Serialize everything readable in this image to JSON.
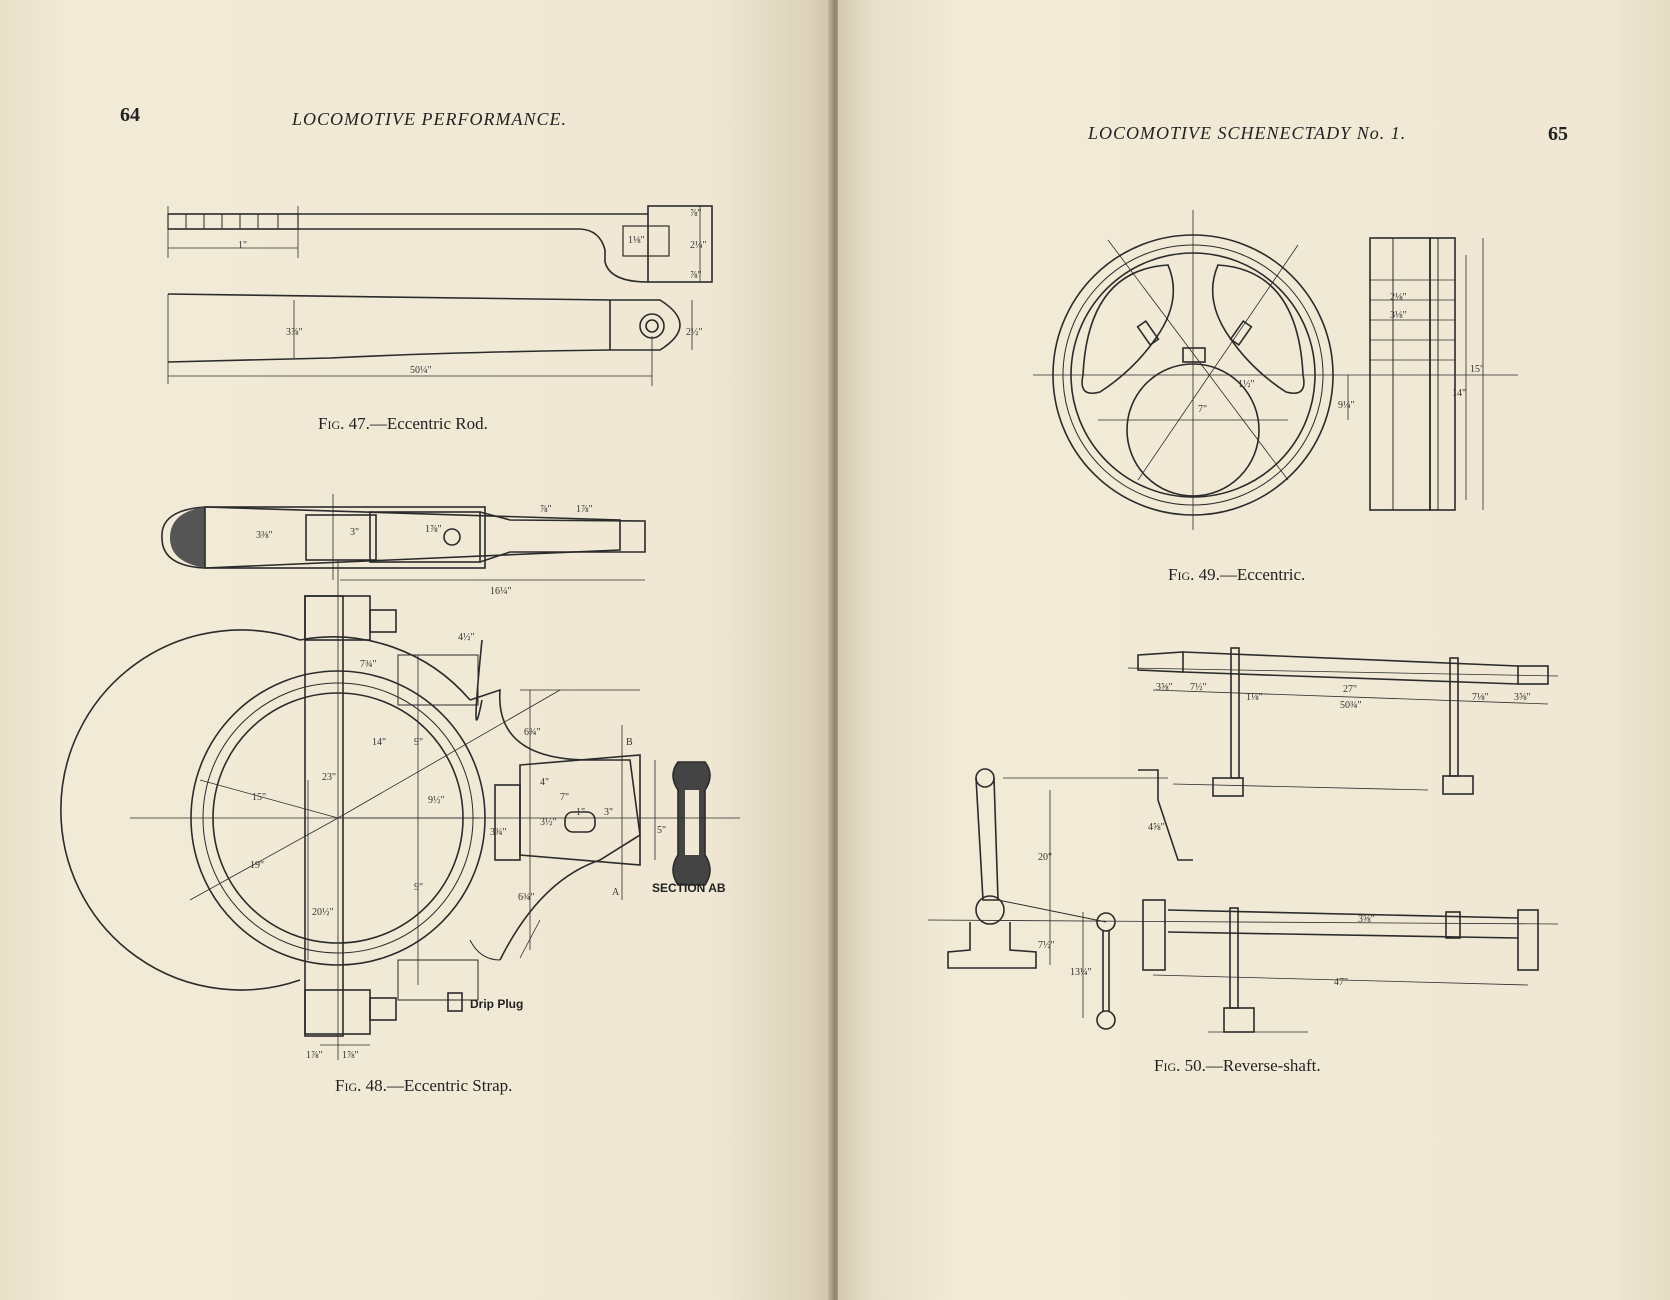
{
  "left_page": {
    "page_number": "64",
    "running_head": "LOCOMOTIVE PERFORMANCE.",
    "figures": [
      {
        "fig_label": "Fig.",
        "fig_rest": " 47.—Eccentric Rod."
      },
      {
        "fig_label": "Fig.",
        "fig_rest": " 48.—Eccentric Strap."
      }
    ],
    "fig48_labels": {
      "section": "SECTION AB",
      "drip_plug": "Drip Plug"
    },
    "fig47_dims": [
      "1\"",
      "1⅛\"",
      "⅞\"",
      "2¼\"",
      "⅞\"",
      "3⅞\"",
      "2½\"",
      "50¼\""
    ],
    "fig48_dims": [
      "16¼\"",
      "3⅜\"",
      "3\"",
      "1⅞\"",
      "⅞\"",
      "1⅞\"",
      "4½\"",
      "7¾\"",
      "14\"",
      "9\"",
      "9½\"",
      "15\"",
      "19\"",
      "23\"",
      "20½\"",
      "6¾\"",
      "3¾\"",
      "4\"",
      "7\"",
      "3½\"",
      "1\"",
      "3\"",
      "5\"",
      "9\"",
      "6¾\"",
      "1⅞\"",
      "1⅞\"",
      "B",
      "A"
    ]
  },
  "right_page": {
    "page_number": "65",
    "running_head": "LOCOMOTIVE SCHENECTADY No. 1.",
    "figures": [
      {
        "fig_label": "Fig.",
        "fig_rest": " 49.—Eccentric."
      },
      {
        "fig_label": "Fig.",
        "fig_rest": " 50.—Reverse-shaft."
      }
    ],
    "fig49_dims": [
      "2⅛\"",
      "3⅛\"",
      "15\"",
      "14\"",
      "9¼\"",
      "7\"",
      "1½\""
    ],
    "fig50_dims": [
      "3⅝\"",
      "7½\"",
      "1⅛\"",
      "27\"",
      "50¾\"",
      "7⅛\"",
      "3⅝\"",
      "20\"",
      "4⅝\"",
      "7½\"",
      "13¼\"",
      "47\"",
      "3⅝\""
    ]
  }
}
